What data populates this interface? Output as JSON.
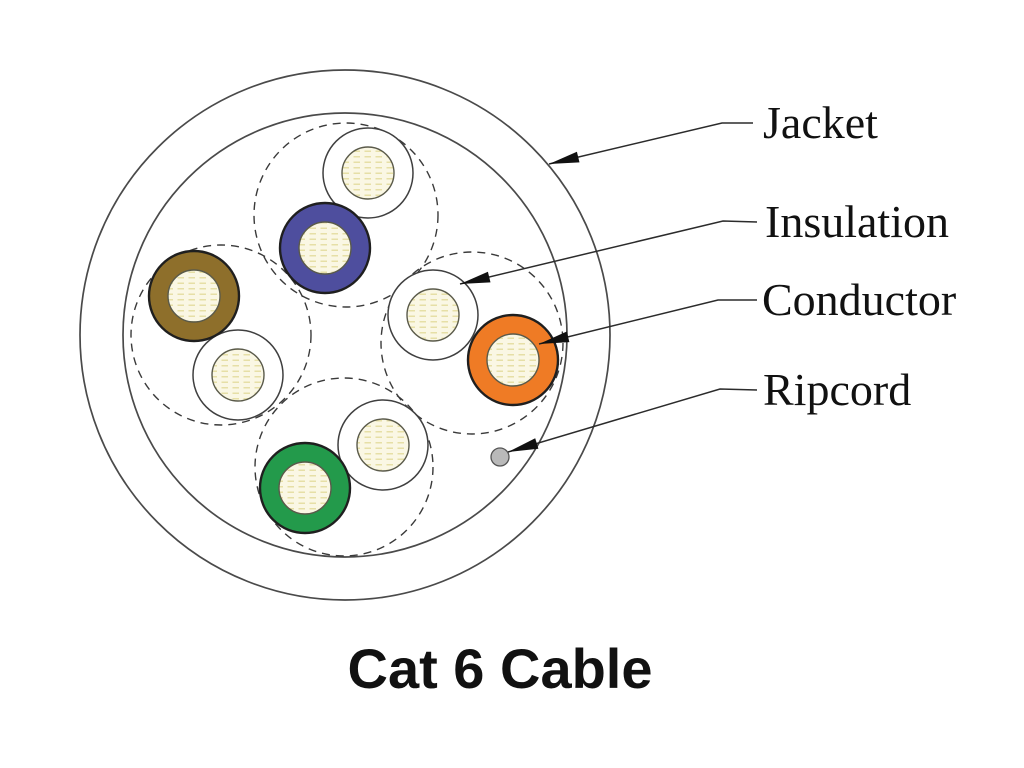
{
  "title": "Cat 6 Cable",
  "labels": {
    "jacket": "Jacket",
    "insulation": "Insulation",
    "conductor": "Conductor",
    "ripcord": "Ripcord"
  },
  "pairs": [
    {
      "position": "top",
      "wires": [
        "white",
        "blue"
      ]
    },
    {
      "position": "left",
      "wires": [
        "brown",
        "white"
      ]
    },
    {
      "position": "right",
      "wires": [
        "white",
        "orange"
      ]
    },
    {
      "position": "bottom",
      "wires": [
        "white",
        "green"
      ]
    }
  ],
  "colors": {
    "blue_wire": "#4E4E9E",
    "orange_wire": "#EF7B25",
    "brown_wire": "#8E6F2B",
    "green_wire": "#239A4B",
    "white_wire": "#FFFFFF",
    "conductor_fill": "#FAF7E4",
    "conductor_hatch": "#E6DFA6",
    "ripcord": "#B9B9B9",
    "line": "#2B2B2B"
  }
}
